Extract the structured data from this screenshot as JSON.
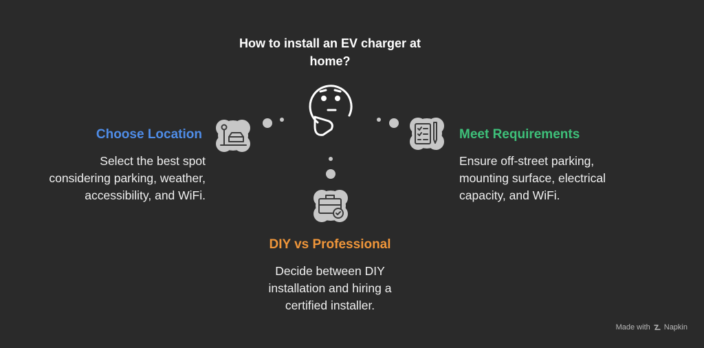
{
  "title": "How to install an EV charger at home?",
  "colors": {
    "background": "#2a2a2a",
    "node_fill": "#c7c7c7",
    "icon_stroke": "#3a3a3a",
    "left_accent": "#4f8de8",
    "right_accent": "#3ec17a",
    "bottom_accent": "#f0963a"
  },
  "center": {
    "icon": "thinking-face-icon"
  },
  "steps": {
    "left": {
      "heading": "Choose Location",
      "description": "Select the best spot\nconsidering parking, weather,\naccessibility, and WiFi.",
      "icon": "parking-location-icon"
    },
    "right": {
      "heading": "Meet Requirements",
      "description": "Ensure off-street parking,\nmounting surface, electrical\ncapacity, and WiFi.",
      "icon": "checklist-icon"
    },
    "bottom": {
      "heading": "DIY vs Professional",
      "description": "Decide between DIY\ninstallation and hiring a\ncertified installer.",
      "icon": "toolbox-check-icon"
    }
  },
  "footer": {
    "made_with": "Made with",
    "brand": "Napkin"
  }
}
